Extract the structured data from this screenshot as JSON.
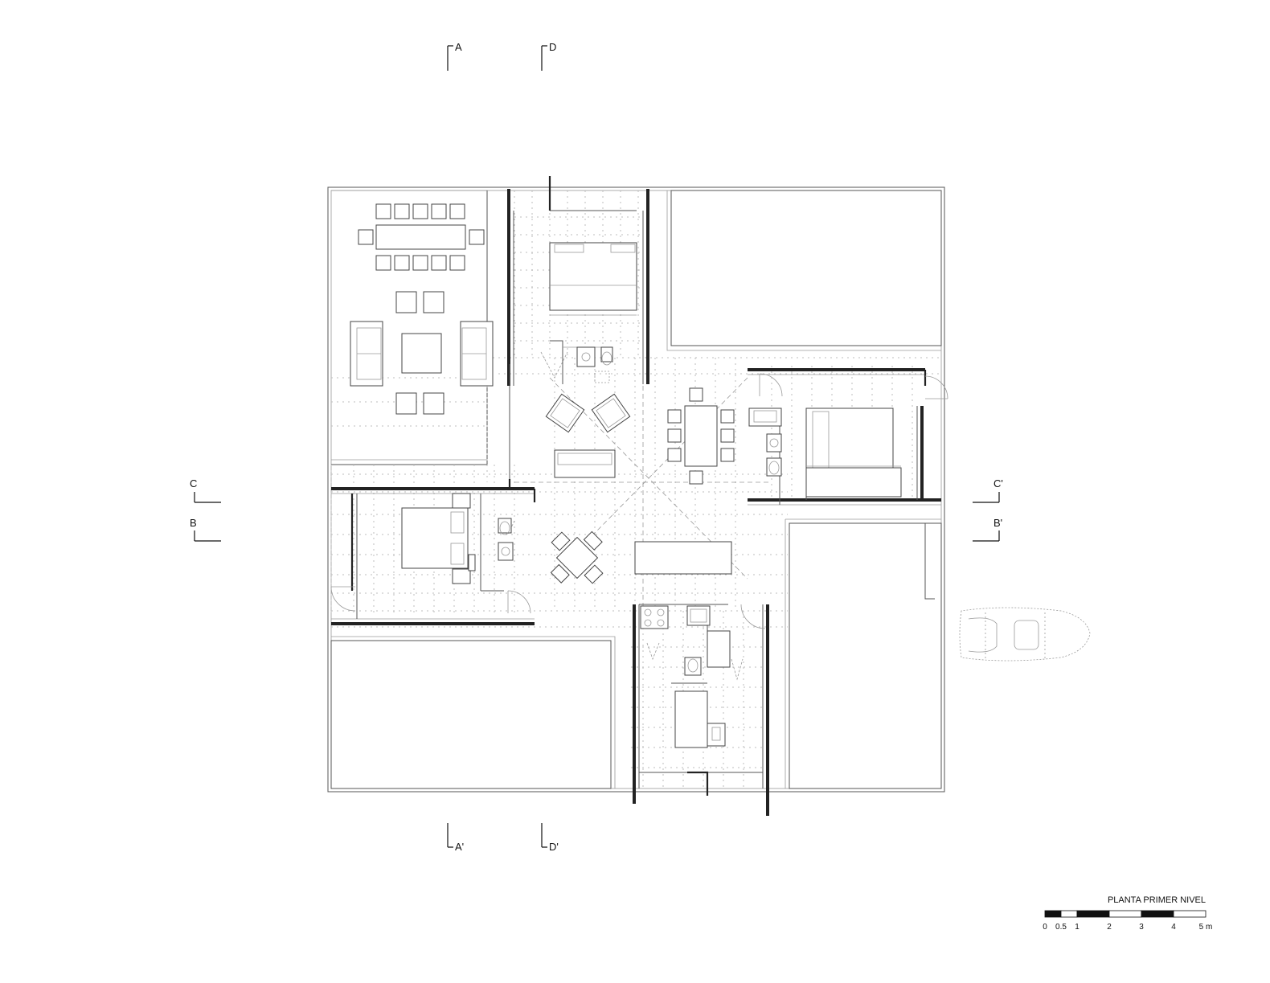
{
  "drawing": {
    "title": "PLANTA PRIMER NIVEL",
    "sections": {
      "a_top": "A",
      "a_bottom": "A'",
      "d_top": "D",
      "d_bottom": "D'",
      "c_left": "C",
      "c_right": "C'",
      "b_left": "B",
      "b_right": "B'"
    },
    "scale": {
      "ticks": [
        "0",
        "0.5",
        "1",
        "2",
        "3",
        "4",
        "5 m"
      ]
    }
  }
}
